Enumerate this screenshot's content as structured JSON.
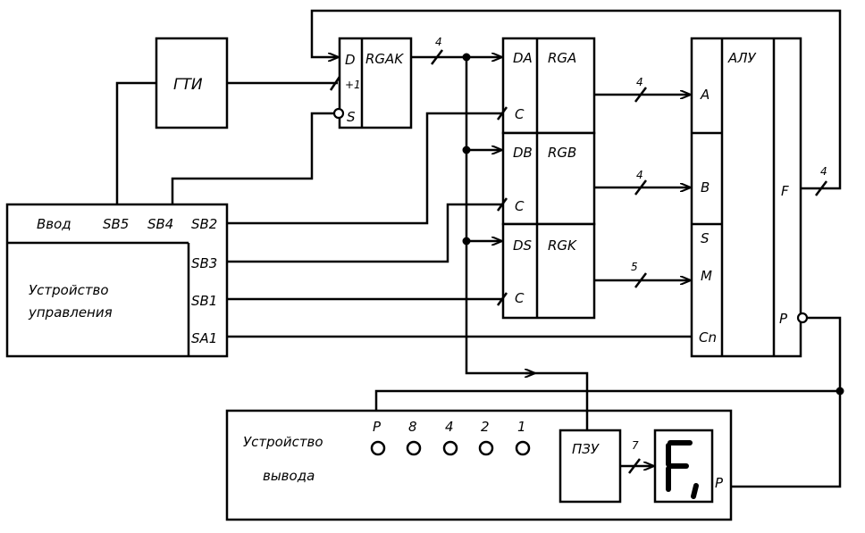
{
  "blocks": {
    "gti": "ГТИ",
    "rgak": "RGAK",
    "rga": "RGA",
    "rgb": "RGB",
    "rgk": "RGK",
    "alu": "АЛУ",
    "pzu": "ПЗУ"
  },
  "control_unit": {
    "title_line1": "Устройство",
    "title_line2": "управления",
    "input_label": "Ввод",
    "sb5": "SB5",
    "sb4": "SB4",
    "sb2": "SB2",
    "sb3": "SB3",
    "sb1": "SB1",
    "sa1": "SA1"
  },
  "output_unit": {
    "title_line1": "Устройство",
    "title_line2": "вывода",
    "indicators": [
      "P",
      "8",
      "4",
      "2",
      "1"
    ],
    "display_char": "F",
    "display_p": "P"
  },
  "pins": {
    "rgak_d": "D",
    "rgak_plus1": "+1",
    "rgak_s": "S",
    "rga_d": "DA",
    "rga_c": "C",
    "rgb_d": "DB",
    "rgb_c": "C",
    "rgk_d": "DS",
    "rgk_c": "C",
    "alu_a": "A",
    "alu_b": "B",
    "alu_s": "S",
    "alu_m": "M",
    "alu_cn": "Cn",
    "alu_f": "F",
    "alu_p": "P"
  },
  "bus_widths": {
    "rgak_out": "4",
    "rga_alu": "4",
    "rgb_alu": "4",
    "rgk_alu": "5",
    "alu_f": "4",
    "pzu_display": "7"
  }
}
